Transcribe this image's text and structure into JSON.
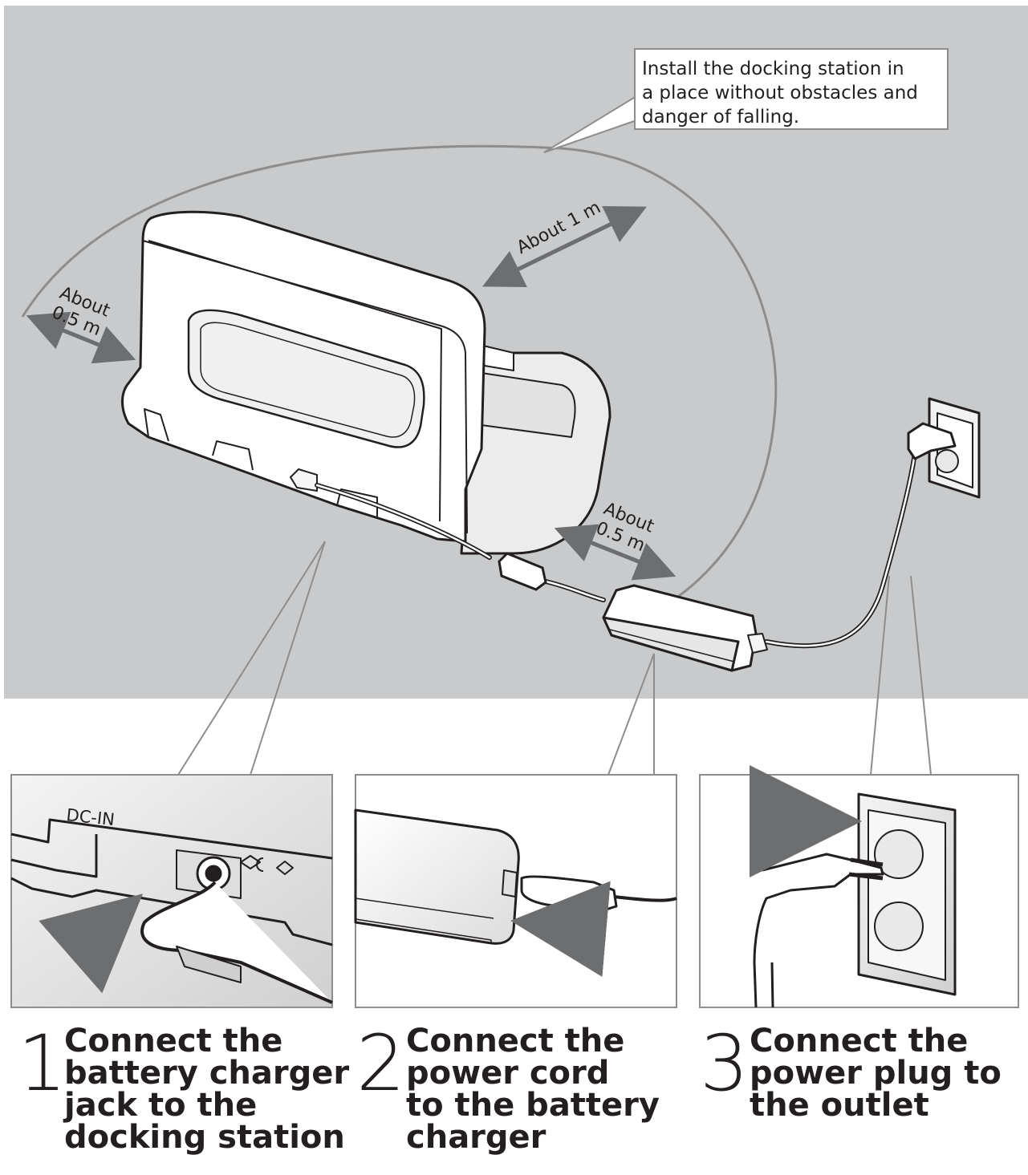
{
  "callout": {
    "text": "Install the docking station in\na place without obstacles and\ndanger of falling."
  },
  "distances": {
    "top_right": "About 1 m",
    "left": "About\n0.5 m",
    "bottom_right": "About\n0.5 m"
  },
  "panel1": {
    "port_label": "DC-IN"
  },
  "steps": [
    {
      "number": "1",
      "text": "Connect the\nbattery charger\njack to the\ndocking station"
    },
    {
      "number": "2",
      "text": "Connect the\npower cord\nto the battery\ncharger"
    },
    {
      "number": "3",
      "text": "Connect the\npower plug to\nthe outlet"
    }
  ],
  "colors": {
    "floor": "#c9cacb",
    "outline": "#231f20",
    "arrow": "#6d6e70",
    "frame": "#8d8d8d"
  }
}
